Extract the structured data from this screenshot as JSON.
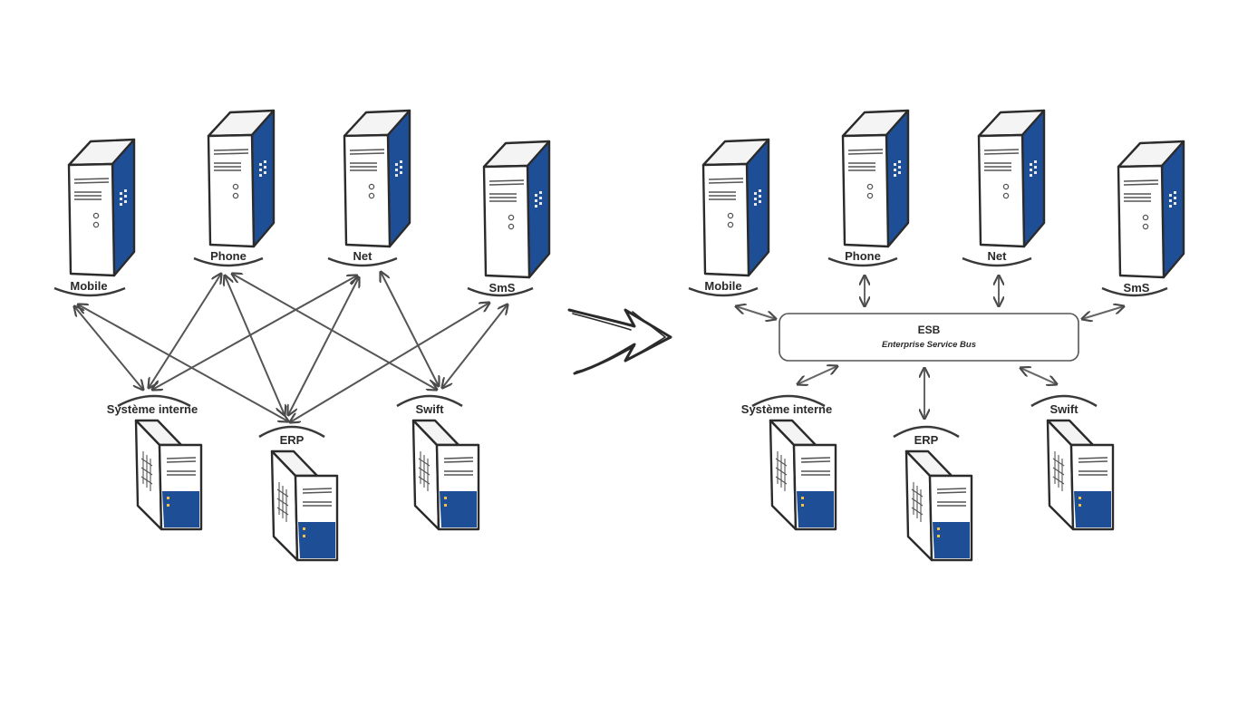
{
  "colors": {
    "server_blue": "#1e4f96",
    "line": "#4a4a4a",
    "outline": "#2b2b2b"
  },
  "left": {
    "nodes": {
      "mobile": "Mobile",
      "phone": "Phone",
      "net": "Net",
      "sms": "SmS",
      "systeme": "Système interne",
      "erp": "ERP",
      "swift": "Swift"
    }
  },
  "right": {
    "nodes": {
      "mobile": "Mobile",
      "phone": "Phone",
      "net": "Net",
      "sms": "SmS",
      "systeme": "Système interne",
      "erp": "ERP",
      "swift": "Swift"
    },
    "esb": {
      "title": "ESB",
      "subtitle": "Enterprise Service Bus"
    }
  },
  "icons": {
    "transition_arrow": "sketch-arrow-icon",
    "server": "server-icon"
  }
}
